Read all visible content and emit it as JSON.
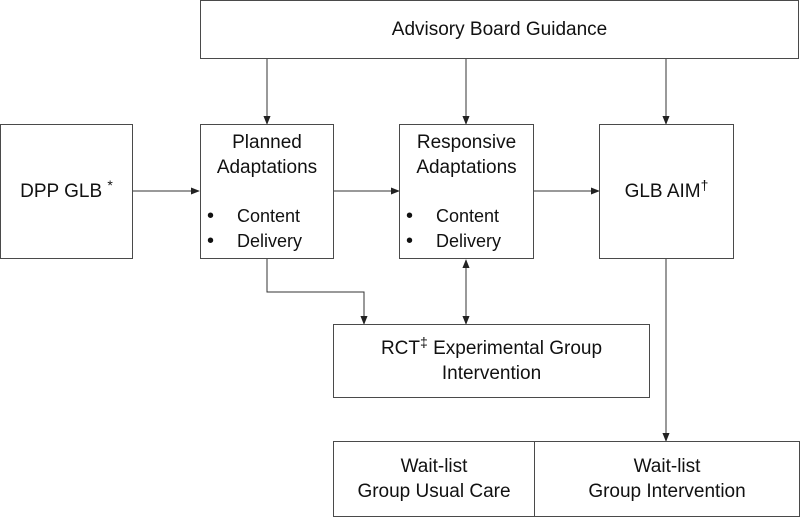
{
  "diagram": {
    "advisory": "Advisory Board Guidance",
    "dpp": {
      "label": "DPP GLB",
      "mark": "*"
    },
    "planned": {
      "line1": "Planned",
      "line2": "Adaptations",
      "bullet1": "Content",
      "bullet2": "Delivery"
    },
    "responsive": {
      "line1": "Responsive",
      "line2": "Adaptations",
      "bullet1": "Content",
      "bullet2": "Delivery"
    },
    "aim": {
      "label": "GLB AIM",
      "mark": "†"
    },
    "rct": {
      "label": "RCT",
      "mark": "‡",
      "rest": " Experimental Group",
      "line2": "Intervention"
    },
    "usual_care": {
      "line1": "Wait-list",
      "line2": "Group Usual Care"
    },
    "waitlist_intervention": {
      "line1": "Wait-list",
      "line2": "Group Intervention"
    },
    "bullet_glyph": "•"
  }
}
